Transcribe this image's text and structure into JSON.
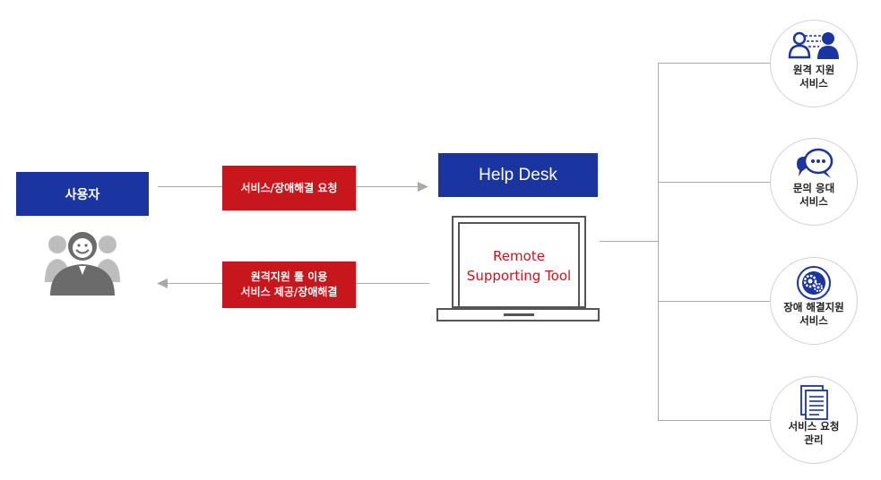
{
  "user": {
    "label": "사용자"
  },
  "request": {
    "label": "서비스/장애해결 요청"
  },
  "response": {
    "line1": "원격지원 툴 이용",
    "line2": "서비스 제공/장애해결"
  },
  "helpdesk": {
    "label": "Help Desk"
  },
  "tool": {
    "line1": "Remote",
    "line2": "Supporting Tool"
  },
  "services": [
    {
      "line1": "원격 지원",
      "line2": "서비스",
      "icon": "remote-users-icon"
    },
    {
      "line1": "문의 응대",
      "line2": "서비스",
      "icon": "chat-bubbles-icon"
    },
    {
      "line1": "장애 해결지원",
      "line2": "서비스",
      "icon": "gear-badge-icon"
    },
    {
      "line1": "서비스 요청",
      "line2": "관리",
      "icon": "document-list-icon"
    }
  ],
  "colors": {
    "blue": "#1a35a0",
    "red": "#c8161d",
    "gray": "#a9a9a9"
  }
}
